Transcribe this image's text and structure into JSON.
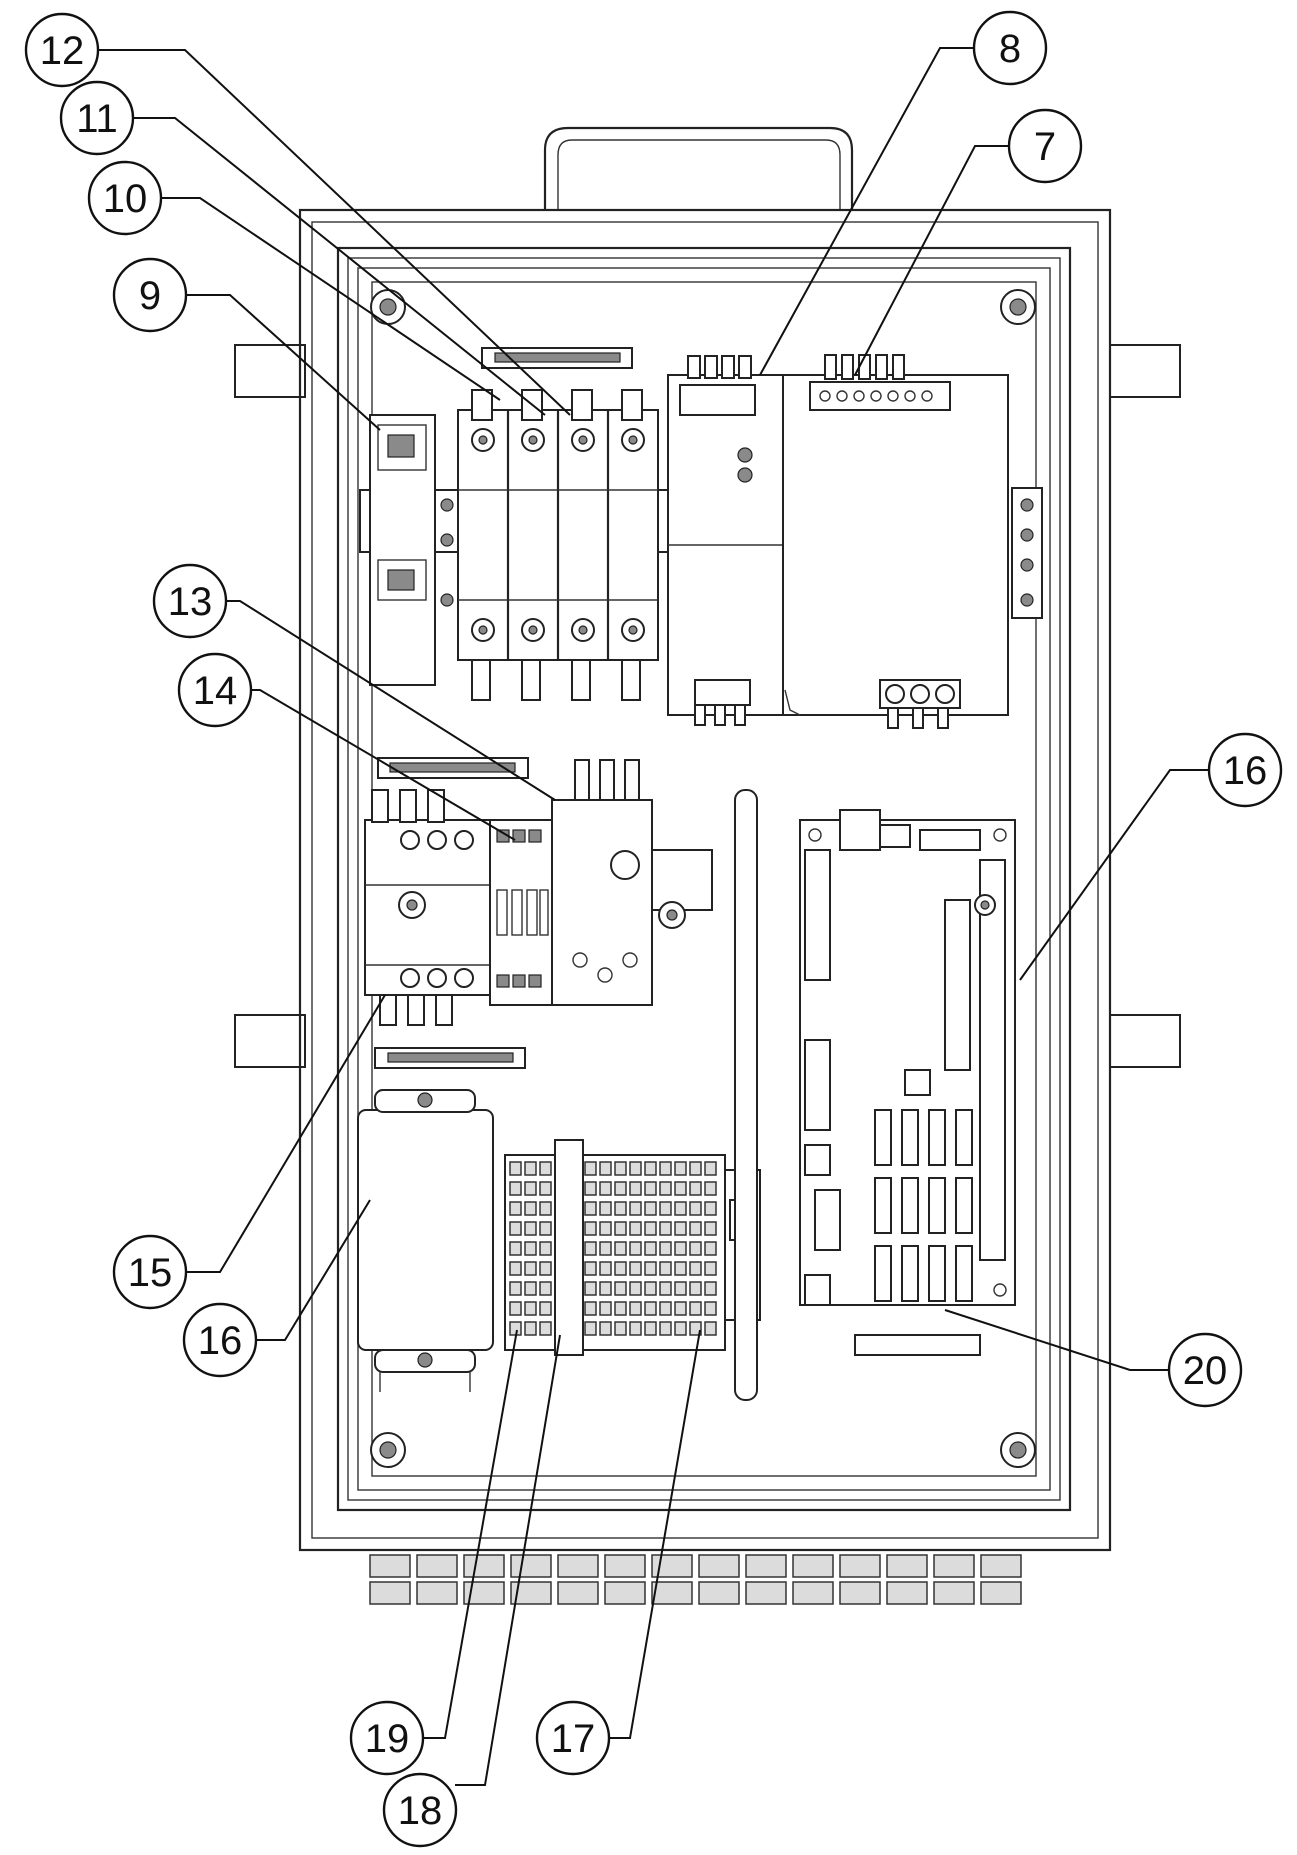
{
  "callouts": [
    {
      "id": "c12",
      "text": "12"
    },
    {
      "id": "c11",
      "text": "11"
    },
    {
      "id": "c10",
      "text": "10"
    },
    {
      "id": "c9",
      "text": "9"
    },
    {
      "id": "c8",
      "text": "8"
    },
    {
      "id": "c7",
      "text": "7"
    },
    {
      "id": "c13",
      "text": "13"
    },
    {
      "id": "c14",
      "text": "14"
    },
    {
      "id": "c16a",
      "text": "16"
    },
    {
      "id": "c15",
      "text": "15"
    },
    {
      "id": "c16b",
      "text": "16"
    },
    {
      "id": "c20",
      "text": "20"
    },
    {
      "id": "c19",
      "text": "19"
    },
    {
      "id": "c18",
      "text": "18"
    },
    {
      "id": "c17",
      "text": "17"
    }
  ]
}
